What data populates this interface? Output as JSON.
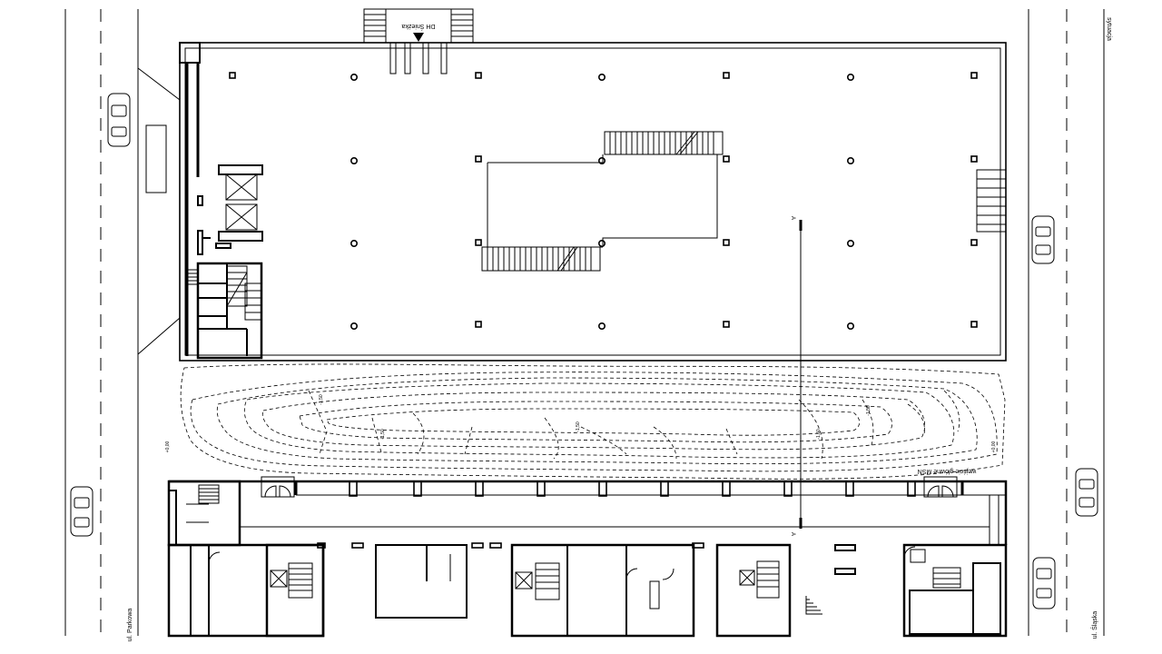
{
  "sheet_label": "sytuacja",
  "streets": {
    "left": "ul. Parkowa",
    "right": "ul. Śląska"
  },
  "annotations": {
    "department_store": "DH Śnieżka",
    "main_entrance": "wejście główne MSN",
    "section_marker": "A",
    "level_labels": [
      "-1,50",
      "-1,50",
      "-1,50",
      "-1,50",
      "-1,50",
      "+0,00",
      "+0,00"
    ]
  }
}
